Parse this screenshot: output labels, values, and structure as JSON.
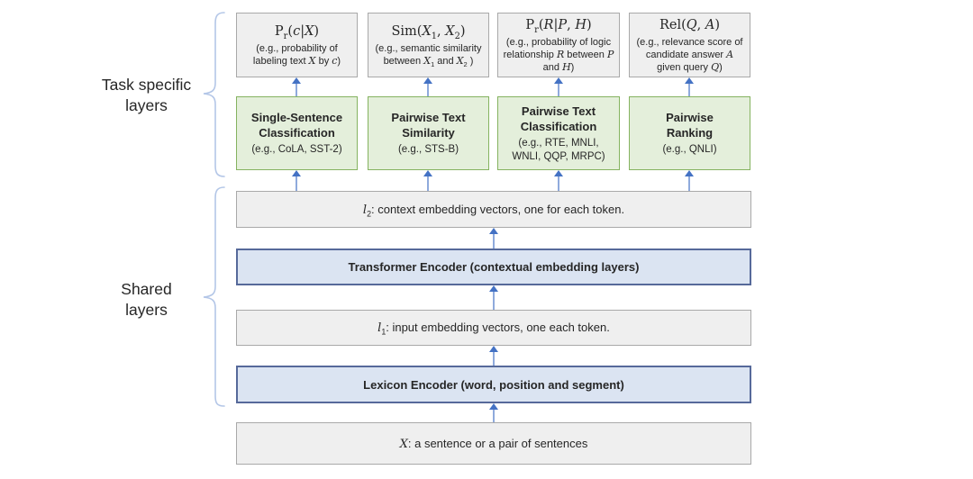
{
  "side_labels": {
    "task_specific": {
      "line1": "Task specific",
      "line2": "layers"
    },
    "shared": {
      "line1": "Shared",
      "line2": "layers"
    }
  },
  "output_boxes": [
    {
      "formula": [
        {
          "t": "P"
        },
        {
          "t": "r",
          "s": 1
        },
        {
          "t": "("
        },
        {
          "t": "c",
          "i": 1
        },
        {
          "t": "|"
        },
        {
          "t": "X",
          "i": 1
        },
        {
          "t": ")"
        }
      ],
      "desc": [
        {
          "t": "(e.g., probability of labeling text "
        },
        {
          "t": "X",
          "i": 1
        },
        {
          "t": " by "
        },
        {
          "t": "c",
          "i": 1
        },
        {
          "t": ")"
        }
      ]
    },
    {
      "formula": [
        {
          "t": "Sim("
        },
        {
          "t": "X",
          "i": 1
        },
        {
          "t": "1",
          "s": 1
        },
        {
          "t": ", "
        },
        {
          "t": "X",
          "i": 1
        },
        {
          "t": "2",
          "s": 1
        },
        {
          "t": ")"
        }
      ],
      "desc": [
        {
          "t": "(e.g., semantic similarity between "
        },
        {
          "t": "X",
          "i": 1
        },
        {
          "t": "1",
          "s": 1
        },
        {
          "t": " and "
        },
        {
          "t": "X",
          "i": 1
        },
        {
          "t": "2",
          "s": 1
        },
        {
          "t": " )"
        }
      ]
    },
    {
      "formula": [
        {
          "t": "P"
        },
        {
          "t": "r",
          "s": 1
        },
        {
          "t": "("
        },
        {
          "t": "R",
          "i": 1
        },
        {
          "t": "|"
        },
        {
          "t": "P",
          "i": 1
        },
        {
          "t": ", "
        },
        {
          "t": "H",
          "i": 1
        },
        {
          "t": ")"
        }
      ],
      "desc": [
        {
          "t": "(e.g., probability of logic relationship "
        },
        {
          "t": "R",
          "i": 1
        },
        {
          "t": " between "
        },
        {
          "t": "P",
          "i": 1
        },
        {
          "t": " and "
        },
        {
          "t": "H",
          "i": 1
        },
        {
          "t": ")"
        }
      ]
    },
    {
      "formula": [
        {
          "t": "Rel("
        },
        {
          "t": "Q",
          "i": 1
        },
        {
          "t": ", "
        },
        {
          "t": "A",
          "i": 1
        },
        {
          "t": ")"
        }
      ],
      "desc": [
        {
          "t": "(e.g., relevance score of candidate answer "
        },
        {
          "t": "A",
          "i": 1
        },
        {
          "t": " given query "
        },
        {
          "t": "Q",
          "i": 1
        },
        {
          "t": ")"
        }
      ]
    }
  ],
  "task_boxes": [
    {
      "title": "Single-Sentence Classification",
      "examples": "(e.g., CoLA, SST-2)"
    },
    {
      "title": "Pairwise Text Similarity",
      "examples": "(e.g., STS-B)"
    },
    {
      "title": "Pairwise Text Classification",
      "examples": "(e.g., RTE, MNLI, WNLI, QQP, MRPC)"
    },
    {
      "title": "Pairwise Ranking",
      "examples": "(e.g., QNLI)"
    }
  ],
  "shared_bars": {
    "l2": [
      {
        "t": "l",
        "i": 1
      },
      {
        "t": "2",
        "s": 1
      },
      {
        "t": ": context embedding vectors, one for each token."
      }
    ],
    "transformer": "Transformer Encoder (contextual embedding layers)",
    "l1": [
      {
        "t": "l",
        "i": 1
      },
      {
        "t": "1",
        "s": 1
      },
      {
        "t": ": input embedding vectors, one each token."
      }
    ],
    "lexicon": "Lexicon Encoder (word, position and segment)",
    "input": [
      {
        "t": "X",
        "i": 1
      },
      {
        "t": ": a sentence or a pair of sentences"
      }
    ]
  },
  "colors": {
    "gray-fill": "#efefef",
    "gray-border": "#a9a9a9",
    "green-fill": "#e4efdb",
    "green-border": "#85b360",
    "blue-fill": "#dbe4f2",
    "blue-border": "#56699a",
    "arrow-stem": "#8faadc",
    "arrow-head": "#4472c4",
    "brace": "#b3c6e7",
    "text": "#262626"
  }
}
